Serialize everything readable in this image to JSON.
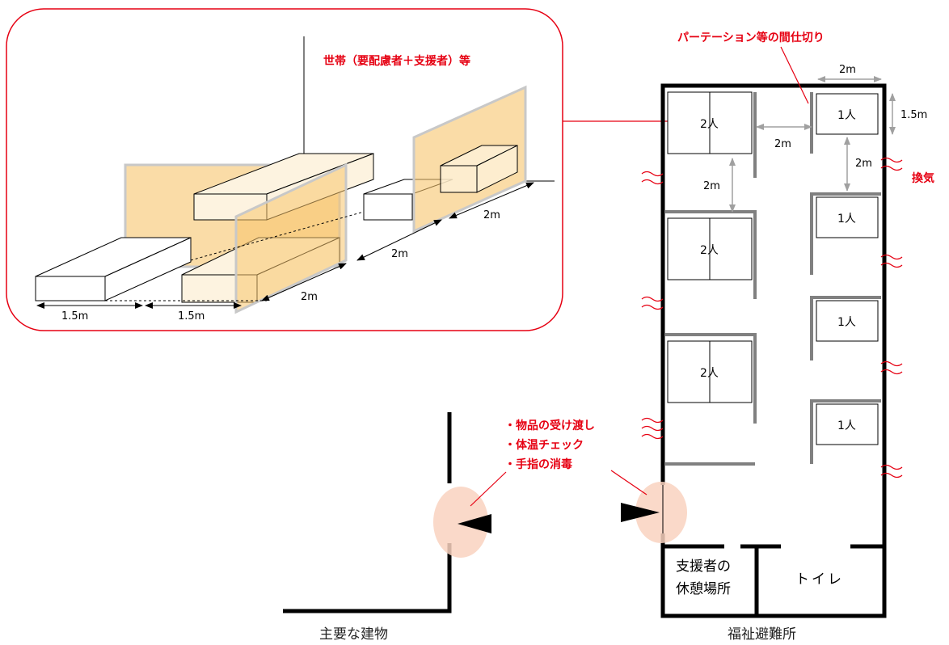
{
  "diagram": {
    "callouts": {
      "household_label": "世帯（要配慮者＋支援者）等",
      "partition_label": "パーテーション等の間仕切り",
      "ventilation_label": "換気",
      "checks": [
        "・物品の受け渡し",
        "・体温チェック",
        "・手指の消毒"
      ]
    },
    "perspective": {
      "widths": [
        "1.5m",
        "1.5m"
      ],
      "gaps": [
        "2m",
        "2m",
        "2m"
      ]
    },
    "floorplan": {
      "units_left": [
        "2人",
        "2人",
        "2人"
      ],
      "units_right": [
        "1人",
        "1人",
        "1人",
        "1人"
      ],
      "dimensions": {
        "top_width": "2m",
        "right_depth": "1.5m",
        "horizontal_gap": "2m",
        "vertical_gap_left": "2m",
        "vertical_gap_right": "2m"
      },
      "support_room": [
        "支援者の",
        "休憩場所"
      ],
      "toilet": "トイレ"
    },
    "captions": {
      "main_building": "主要な建物",
      "welfare_shelter": "福祉避難所"
    },
    "colors": {
      "accent_red": "#e60012",
      "partition_fill": "#f7c46c",
      "door_highlight": "#f9d2c0",
      "wall": "#000000",
      "partition_grey": "#808080"
    }
  }
}
